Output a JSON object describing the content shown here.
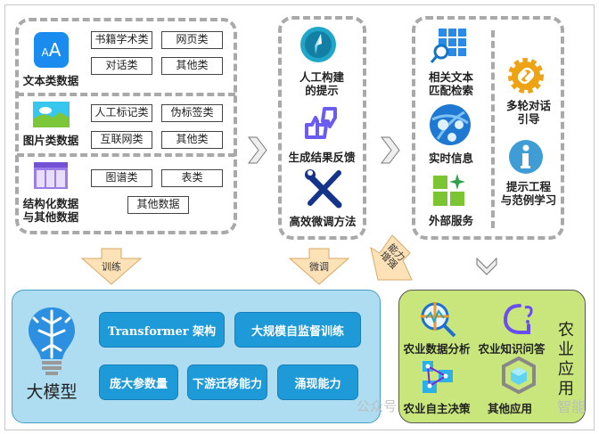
{
  "data_sources": {
    "text": {
      "label": "文本类数据",
      "tags": [
        "书籍学术类",
        "网页类",
        "对话类",
        "其他类"
      ]
    },
    "image": {
      "label": "图片类数据",
      "tags": [
        "人工标记类",
        "伪标签类",
        "互联网类",
        "其他类"
      ]
    },
    "structured": {
      "label_line1": "结构化数据",
      "label_line2": "与其他数据",
      "tags": [
        "图谱类",
        "表类",
        "其他数据"
      ]
    }
  },
  "finetune": {
    "items": [
      {
        "line1": "人工构建",
        "line2": "的提示"
      },
      {
        "line1": "生成结果反馈"
      },
      {
        "line1": "高效微调方法"
      }
    ]
  },
  "enhance": {
    "left": [
      {
        "line1": "相关文本",
        "line2": "匹配检索"
      },
      {
        "line1": "实时信息"
      },
      {
        "line1": "外部服务"
      }
    ],
    "right": [
      {
        "line1": "多轮对话",
        "line2": "引导"
      },
      {
        "line1": "提示工程",
        "line2": "与范例学习"
      }
    ]
  },
  "arrows": {
    "train": "训练",
    "finetune": "微调",
    "enhance_line1": "能力",
    "enhance_line2": "增强"
  },
  "model": {
    "title": "大模型",
    "features": [
      "Transformer 架构",
      "大规模自监督训练",
      "庞大参数量",
      "下游迁移能力",
      "涌现能力"
    ]
  },
  "agri": {
    "title": "农业应用",
    "apps": [
      "农业数据分析",
      "农业知识问答",
      "农业自主决策",
      "其他应用"
    ]
  },
  "watermark": {
    "left": "公众号",
    "right": "智能"
  },
  "colors": {
    "model_bg": "#aedcf0",
    "pill": "#1e9ad8",
    "agri_bg": "#c8e67c",
    "arrow": "#fde2b8"
  }
}
